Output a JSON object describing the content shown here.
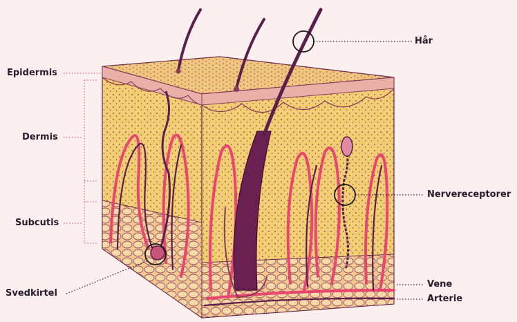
{
  "labels": {
    "epidermis": "Epidermis",
    "dermis": "Dermis",
    "subcutis": "Subcutis",
    "svedkirtel": "Svedkirtel",
    "haar": "Hår",
    "nervereceptorer": "Nervereceptorer",
    "vene": "Vene",
    "arterie": "Arterie"
  },
  "colors": {
    "background": "#fbf0ef",
    "skin_base": "#f2c96e",
    "skin_dots": "#7a3a5a",
    "vessel_red": "#e8466e",
    "hair": "#5a1f4a",
    "leader_line": "#e0607a",
    "callout_circle": "#1a1a1a"
  }
}
